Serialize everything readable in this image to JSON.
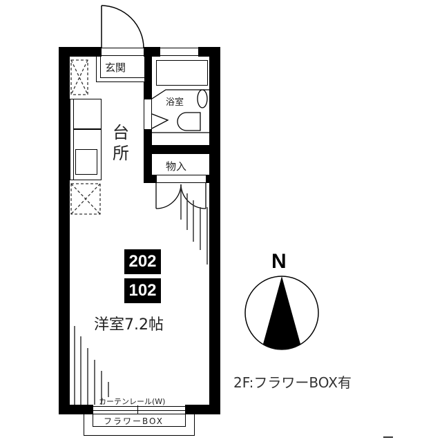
{
  "floorplan": {
    "rooms": {
      "entrance": "玄関",
      "kitchen_line1": "台",
      "kitchen_line2": "所",
      "bathroom": "浴室",
      "storage": "物入",
      "western_room": "洋室7.2帖"
    },
    "unit_numbers": [
      "202",
      "102"
    ],
    "curtain_rail": "カーテンレール(W)",
    "flower_box": "フラワーBOX"
  },
  "compass": {
    "label": "N"
  },
  "note": "2F:フラワーBOX有",
  "colors": {
    "wall": "#000000",
    "background": "#ffffff",
    "text": "#222222"
  }
}
